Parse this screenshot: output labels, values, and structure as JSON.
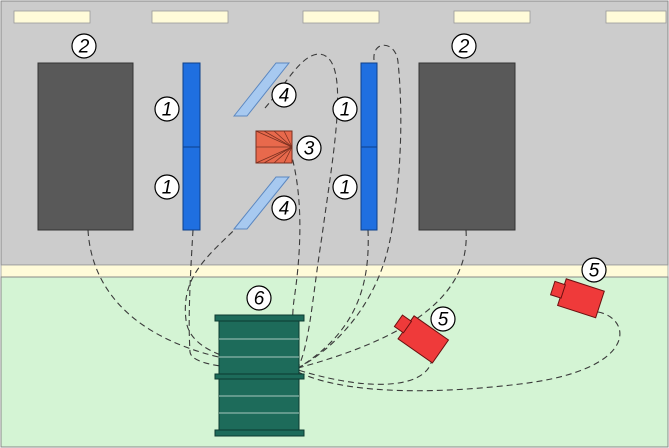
{
  "colors": {
    "upper_zone": "#cccccc",
    "lower_zone": "#d4f4d4",
    "light_strip": "#fffbd9",
    "dark_block": "#595959",
    "panel_blue": "#1f6fe0",
    "mirror_blue": "#a7c9f0",
    "red_device": "#ef3a3a",
    "center_device": "#e8694c",
    "barrel_teal": "#1d6b5a"
  },
  "labels": {
    "dark_block": "2",
    "panel": "1",
    "center_device": "3",
    "mirror": "4",
    "red_device": "5",
    "barrel": "6"
  }
}
